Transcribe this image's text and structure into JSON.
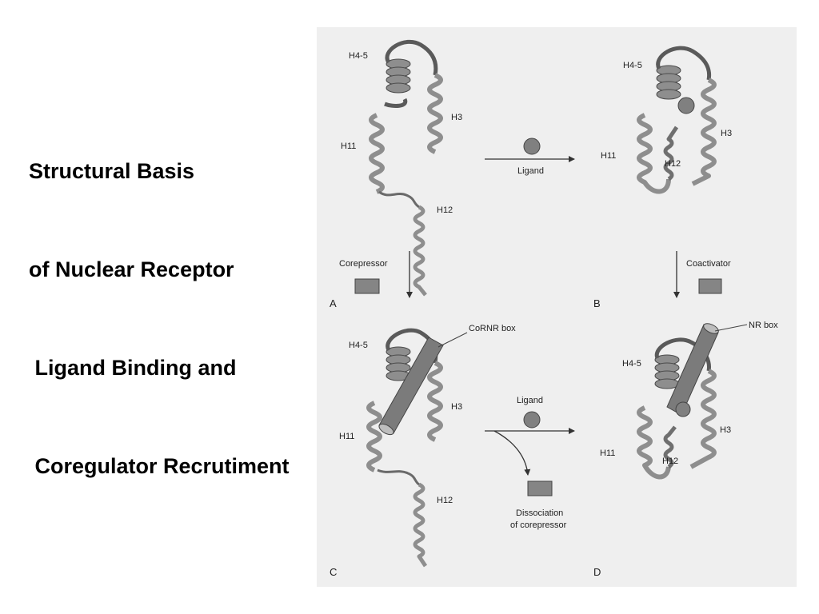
{
  "slide": {
    "title_lines": [
      "Structural Basis",
      "of Nuclear Receptor",
      " Ligand Binding and",
      " Coregulator Recrutiment"
    ]
  },
  "figure": {
    "panels": {
      "A": {
        "letter": "A",
        "helices": {
          "h45": "H4-5",
          "h3": "H3",
          "h11": "H11",
          "h12": "H12"
        }
      },
      "B": {
        "letter": "B",
        "helices": {
          "h45": "H4-5",
          "h3": "H3",
          "h11": "H11",
          "h12": "H12"
        }
      },
      "C": {
        "letter": "C",
        "helices": {
          "h45": "H4-5",
          "h3": "H3",
          "h11": "H11",
          "h12": "H12"
        },
        "box_label": "CoRNR box"
      },
      "D": {
        "letter": "D",
        "helices": {
          "h45": "H4-5",
          "h3": "H3",
          "h11": "H11",
          "h12": "H12"
        },
        "box_label": "NR box"
      }
    },
    "arrows": {
      "top_ligand": "Ligand",
      "left_corepressor": "Corepressor",
      "right_coactivator": "Coactivator",
      "bottom_ligand": "Ligand",
      "dissociation_line1": "Dissociation",
      "dissociation_line2": "of corepressor"
    },
    "colors": {
      "ribbon": "#8e8e8e",
      "ribbon_dark": "#5a5a5a",
      "ligand": "#808080",
      "coregulator_box": "#858585",
      "background": "#efefef"
    }
  }
}
